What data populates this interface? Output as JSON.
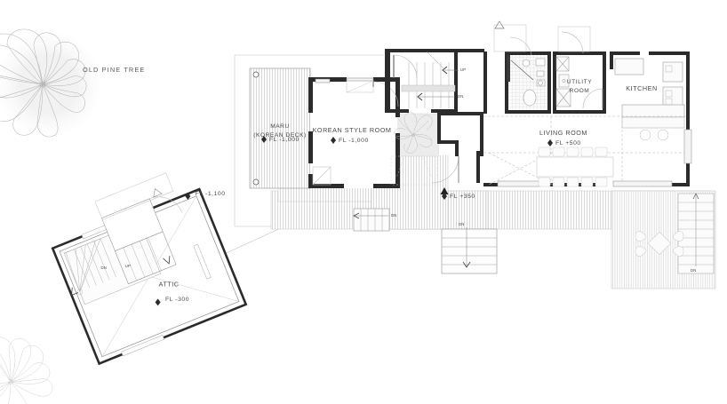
{
  "drawing": {
    "type": "architectural-floor-plan",
    "background_color": "#ffffff",
    "line_color": "#2b2b2b",
    "thin_line_color": "#9a9a9a",
    "hatch_color": "#b8b8b8",
    "text_color": "#4a4a4a",
    "fill_room_color": "#ffffff",
    "fill_shade_color": "#ececec"
  },
  "site": {
    "trees": [
      {
        "name": "old-pine-tree",
        "label": "OLD PINE TREE"
      },
      {
        "name": "secondary-tree",
        "label": ""
      }
    ]
  },
  "rooms": [
    {
      "id": "maru",
      "name": "MARU",
      "name2": "(KOREAN DECK)",
      "level": "FL -1,000",
      "has_level_marker": true
    },
    {
      "id": "korean-room",
      "name": "KOREAN STYLE ROOM",
      "name2": "",
      "level": "FL -1,000",
      "has_level_marker": true
    },
    {
      "id": "living-room",
      "name": "LIVING ROOM",
      "name2": "",
      "level": "FL +500",
      "has_level_marker": true
    },
    {
      "id": "utility",
      "name": "UTILITY",
      "name2": "ROOM",
      "level": "",
      "has_level_marker": false
    },
    {
      "id": "kitchen",
      "name": "KITCHEN",
      "name2": "",
      "level": "",
      "has_level_marker": false
    },
    {
      "id": "attic",
      "name": "ATTIC",
      "name2": "",
      "level": "FL -300",
      "has_level_marker": true
    }
  ],
  "levels": [
    {
      "id": "entry-level",
      "label": "FL +350",
      "has_marker": true
    },
    {
      "id": "attic-stair",
      "label": "FL -1,100",
      "has_marker": true
    }
  ],
  "stair_markers": [
    {
      "id": "main-stair-up",
      "label": "UP"
    },
    {
      "id": "main-stair-dn",
      "label": "DN"
    },
    {
      "id": "deck-step-dn",
      "label": "DN"
    },
    {
      "id": "garden-step-dn",
      "label": "DN"
    },
    {
      "id": "east-deck-step-dn",
      "label": "DN"
    },
    {
      "id": "attic-stair-dn",
      "label": "DN"
    },
    {
      "id": "attic-stair-up",
      "label": "UP"
    }
  ],
  "symbols": [
    {
      "id": "entrance-marker",
      "glyph": "triangle-filled"
    },
    {
      "id": "skylight-marker",
      "glyph": "triangle-outline"
    },
    {
      "id": "level-marker",
      "glyph": "level-datum"
    },
    {
      "id": "column-marker",
      "glyph": "circle"
    }
  ]
}
